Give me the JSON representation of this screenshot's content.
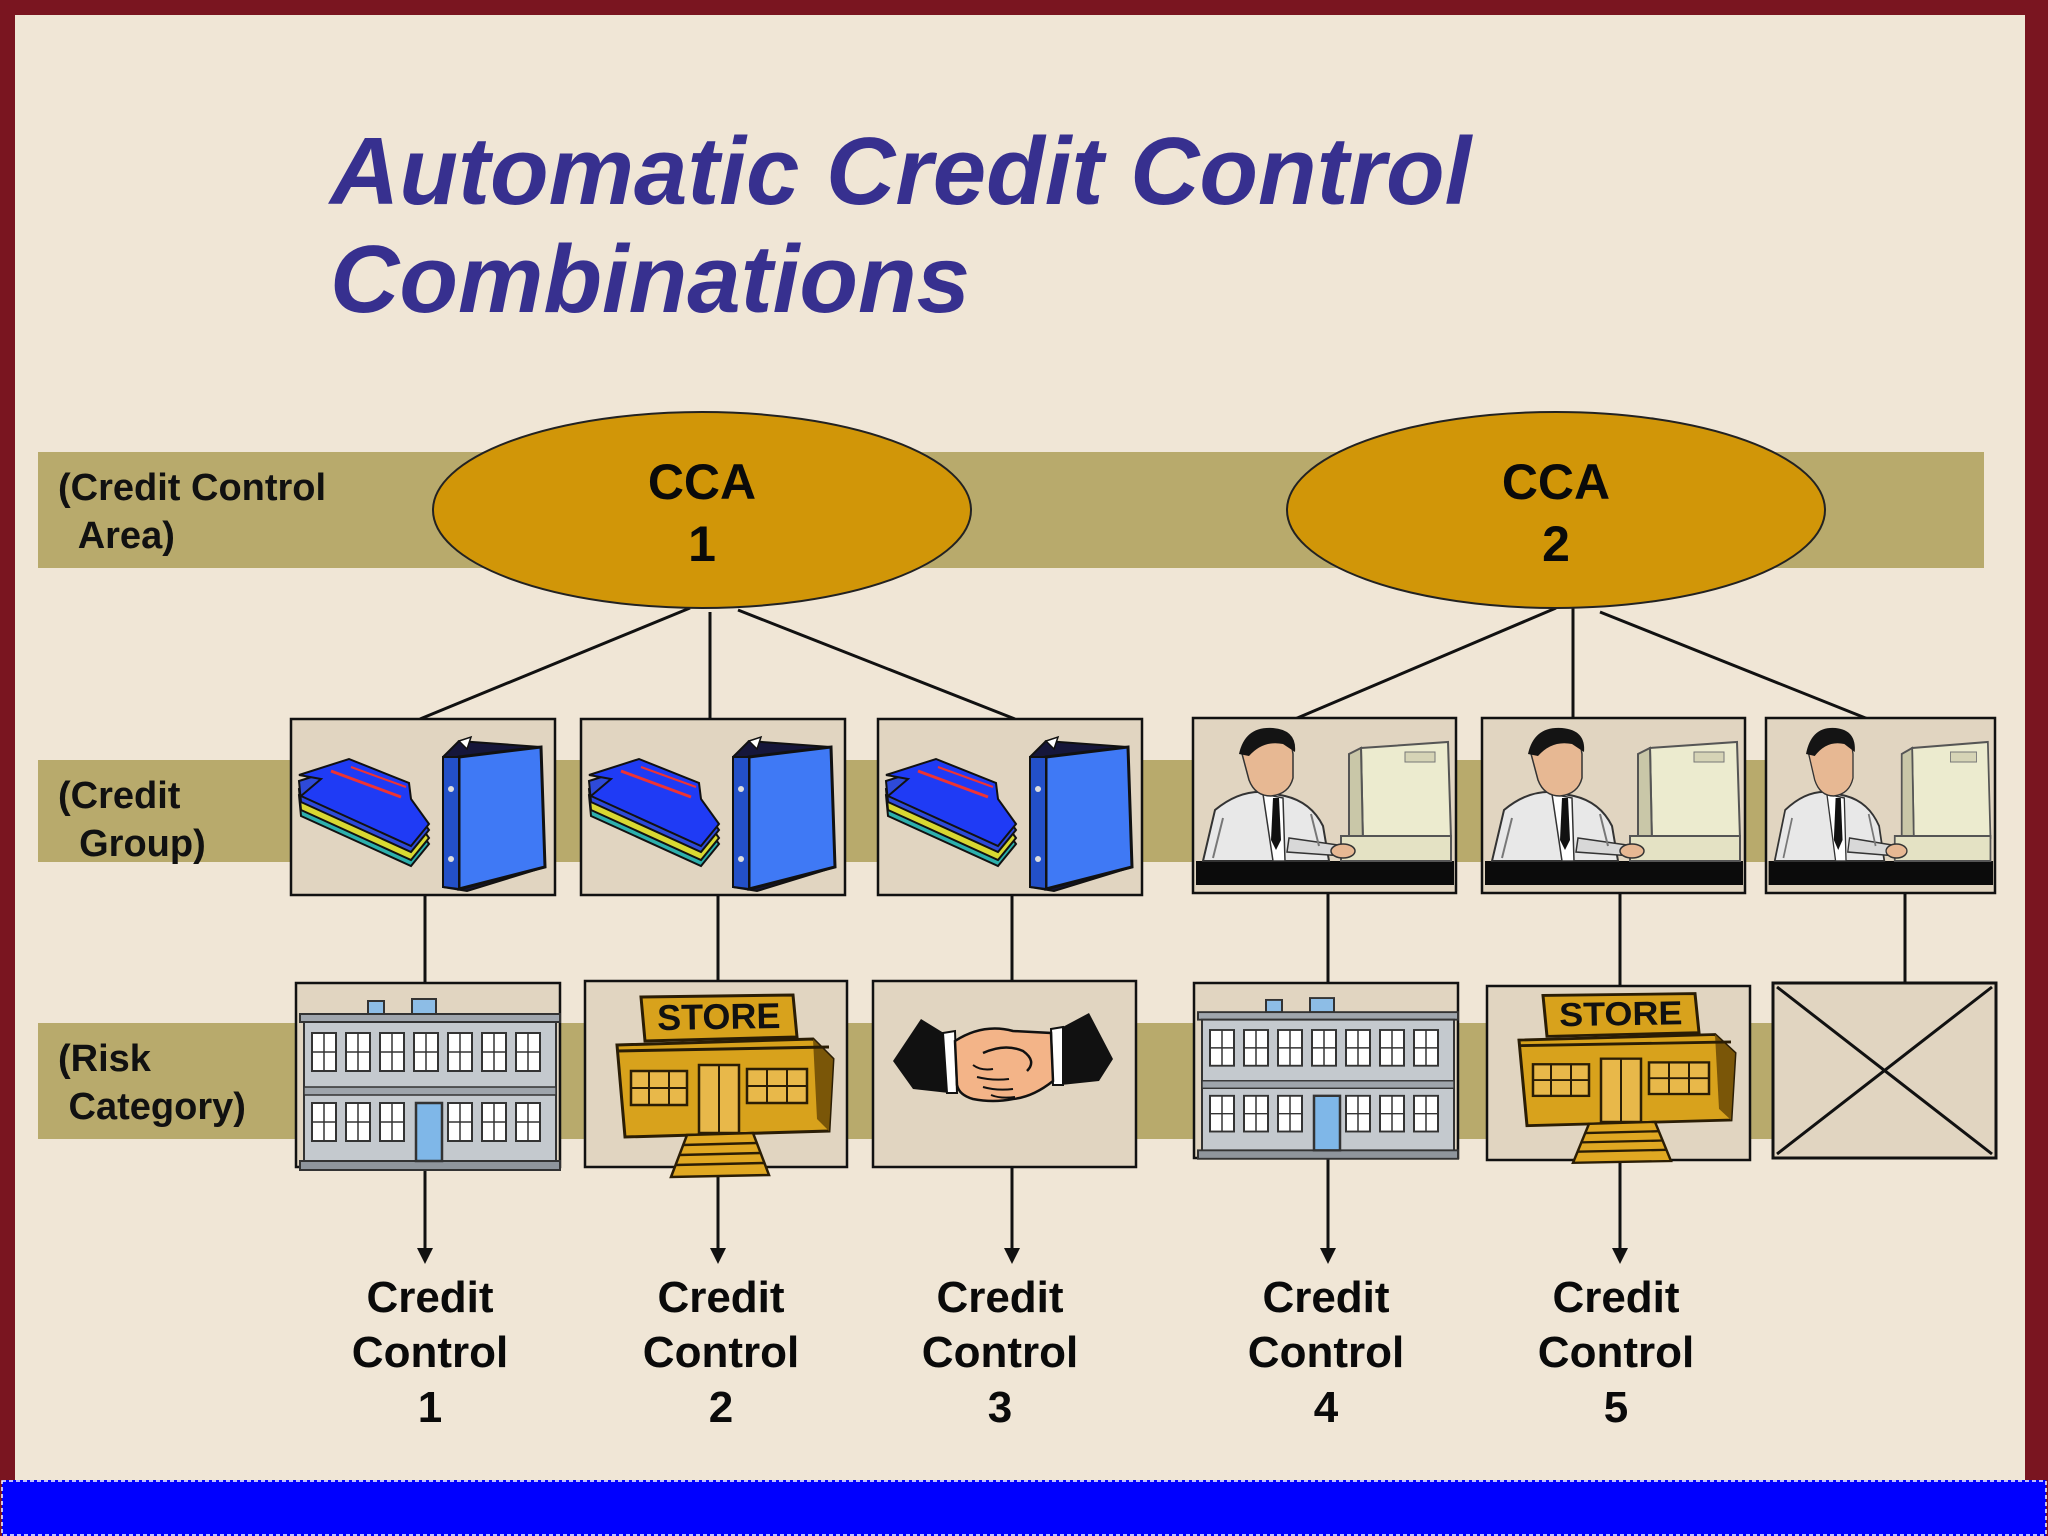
{
  "title": {
    "line1": "Automatic Credit Control",
    "line2": "Combinations"
  },
  "row_labels": {
    "credit_control_area": "(Credit Control\n  Area)",
    "credit_group": "(Credit\n  Group)",
    "risk_category": "(Risk\n Category)"
  },
  "cca": [
    {
      "label": "CCA",
      "number": "1"
    },
    {
      "label": "CCA",
      "number": "2"
    }
  ],
  "credit_groups": [
    "binders-icon",
    "binders-icon",
    "binders-icon",
    "office-worker-icon",
    "office-worker-icon",
    "office-worker-icon"
  ],
  "risk_categories": [
    "office-building-icon",
    "store-icon",
    "handshake-icon",
    "office-building-icon",
    "store-icon",
    "empty-placeholder-icon"
  ],
  "store_sign": "STORE",
  "credit_controls": [
    {
      "word1": "Credit",
      "word2": "Control",
      "number": "1"
    },
    {
      "word1": "Credit",
      "word2": "Control",
      "number": "2"
    },
    {
      "word1": "Credit",
      "word2": "Control",
      "number": "3"
    },
    {
      "word1": "Credit",
      "word2": "Control",
      "number": "4"
    },
    {
      "word1": "Credit",
      "word2": "Control",
      "number": "5"
    }
  ],
  "colors": {
    "frame": "#7a1520",
    "background": "#f0e6d6",
    "band": "#b8aa6c",
    "ellipse": "#d19608",
    "title": "#37308f",
    "footer": "#0000ff",
    "tile": "#e1d5c1"
  }
}
